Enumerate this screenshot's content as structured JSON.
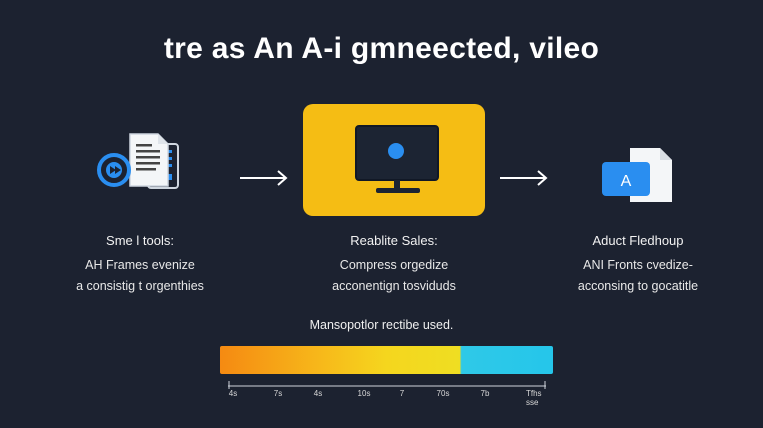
{
  "title": "tre as An A-i gmneected, vileo",
  "columns": [
    {
      "heading": "Sme l tools:",
      "lines": [
        "AH Frames evenize",
        "a consistig t orgenthies"
      ]
    },
    {
      "heading": "Reablite Sales:",
      "lines": [
        "Compress orgedize",
        "acconentign tosviduds"
      ]
    },
    {
      "heading": "Aduct Fledhoup",
      "lines": [
        "ANI Fronts cvedize-",
        "acconsing to gocatitle"
      ]
    }
  ],
  "right_icon_letter": "A",
  "bar": {
    "caption": "Mansopotlor rectibe used.",
    "ticks": [
      "4s",
      "7s",
      "4s",
      "10s",
      "7",
      "70s",
      "7b",
      "Tfhs sse"
    ]
  },
  "colors": {
    "background": "#1c2230",
    "center_box": "#f5bd14",
    "monitor": "#1c2433",
    "accent_blue": "#2a8ef0",
    "bar_cyan": "#25c6ea"
  }
}
